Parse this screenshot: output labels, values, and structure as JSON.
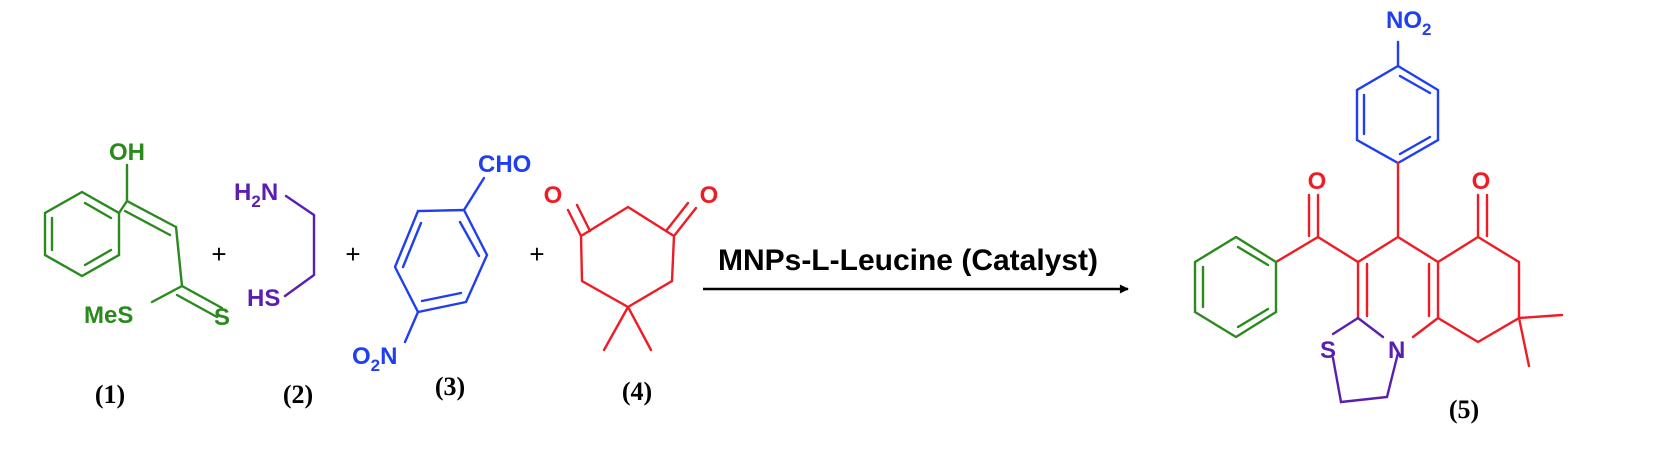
{
  "colors": {
    "green": "#2a8a1e",
    "purple": "#5a1fb0",
    "blue": "#1f3ff0",
    "red": "#ee1c25",
    "black": "#000000"
  },
  "compounds": [
    {
      "label": "(1)",
      "atoms": {
        "oh": "OH",
        "mes": "MeS",
        "s": "S"
      }
    },
    {
      "label": "(2)",
      "atoms": {
        "h": "H",
        "n_sub": "2",
        "n": "N",
        "hs": "HS"
      }
    },
    {
      "label": "(3)",
      "atoms": {
        "cho": "CHO",
        "o": "O",
        "o_sub": "2",
        "n": "N"
      }
    },
    {
      "label": "(4)",
      "atoms": {
        "o1": "O",
        "o2": "O"
      }
    },
    {
      "label": "(5)",
      "atoms": {
        "n": "NO",
        "n_sub": "2",
        "o_left": "O",
        "o_right": "O",
        "s": "S",
        "ring_n": "N"
      }
    }
  ],
  "operators": [
    "+",
    "+",
    "+"
  ],
  "reaction": {
    "condition": "MNPs-L-Leucine (Catalyst)"
  }
}
